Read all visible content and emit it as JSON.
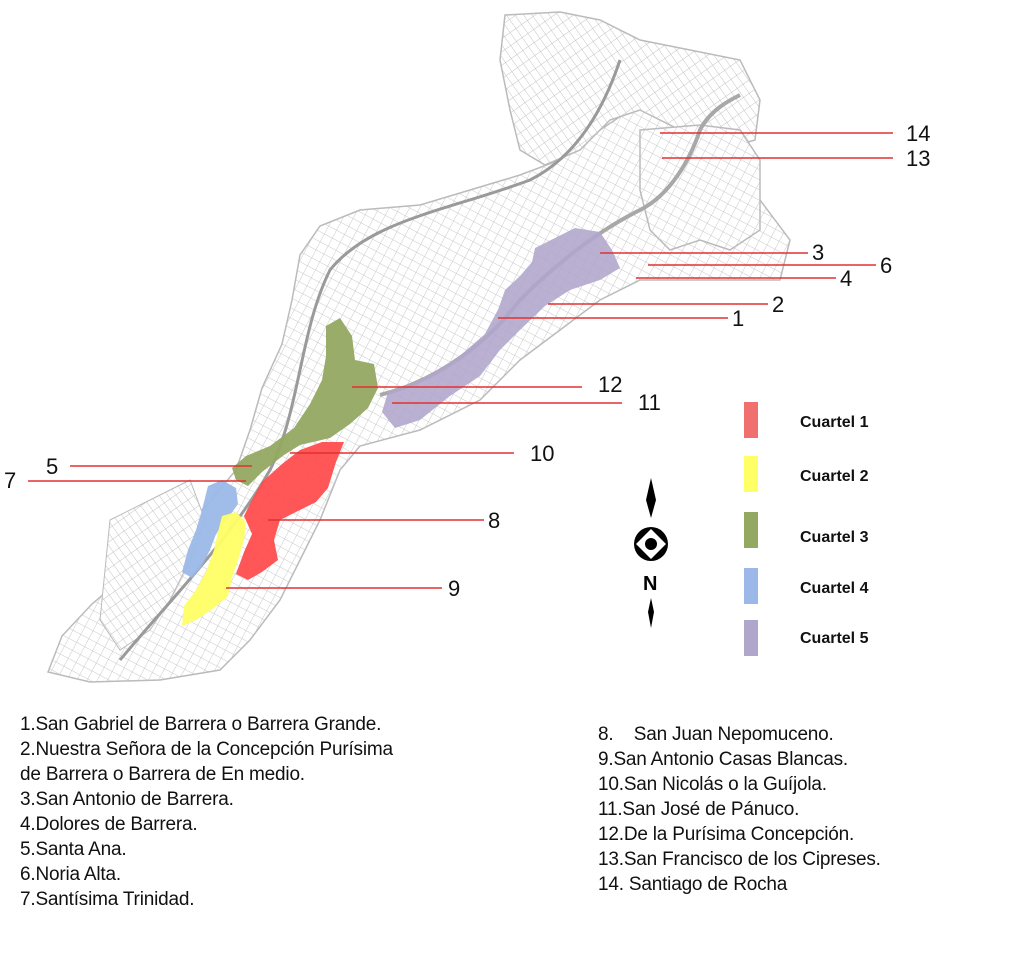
{
  "legend": [
    {
      "label": "Cuartel 1",
      "color": "#f07070"
    },
    {
      "label": "Cuartel 2",
      "color": "#ffff66"
    },
    {
      "label": "Cuartel 3",
      "color": "#93a862"
    },
    {
      "label": "Cuartel 4",
      "color": "#9bb8e8"
    },
    {
      "label": "Cuartel 5",
      "color": "#b0a6cc"
    }
  ],
  "north_label": "N",
  "callout_numbers": [
    "14",
    "13",
    "3",
    "6",
    "4",
    "2",
    "1",
    "12",
    "11",
    "10",
    "5",
    "7",
    "8",
    "9"
  ],
  "list_left": [
    "1.San Gabriel de Barrera o Barrera Grande.",
    "2.Nuestra Señora de la Concepción Purísima",
    "de Barrera o Barrera de En medio.",
    "3.San Antonio de Barrera.",
    "4.Dolores de Barrera.",
    "5.Santa Ana.",
    "6.Noria Alta.",
    "7.Santísima Trinidad."
  ],
  "list_right": [
    "8.    San Juan Nepomuceno.",
    "9.San Antonio Casas Blancas.",
    "10.San Nicolás o la Guíjola.",
    "11.San José de Pánuco.",
    "12.De la Purísima Concepción.",
    "13.San Francisco de los Cipreses.",
    "14. Santiago de Rocha"
  ]
}
